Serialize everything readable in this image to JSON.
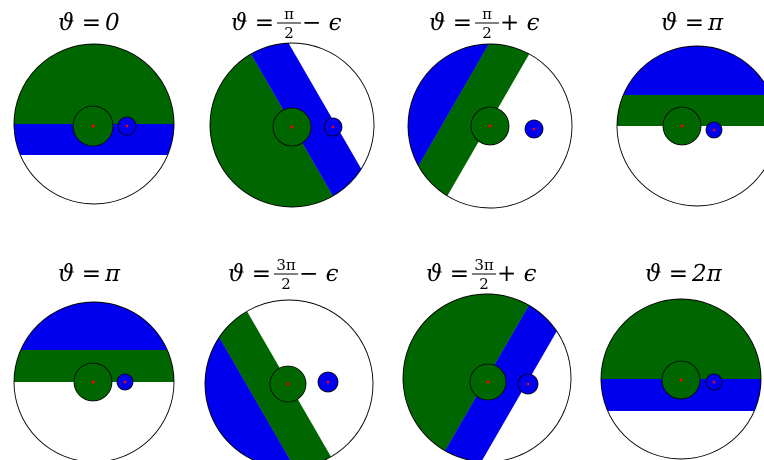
{
  "colors": {
    "green": "#006600",
    "blue": "#0000ee",
    "background": "#ffffff",
    "outline": "#000000",
    "center_dot": "#ff0000"
  },
  "panels": [
    {
      "label": {
        "pre": "ϑ = ",
        "tail": "0"
      }
    },
    {
      "label": {
        "pre": "ϑ = ",
        "num": "π",
        "den": "2",
        "post": " − ϵ"
      }
    },
    {
      "label": {
        "pre": "ϑ = ",
        "num": "π",
        "den": "2",
        "post": " + ϵ"
      }
    },
    {
      "label": {
        "pre": "ϑ = ",
        "tail": "π"
      }
    },
    {
      "label": {
        "pre": "ϑ = ",
        "tail": "π"
      }
    },
    {
      "label": {
        "pre": "ϑ = ",
        "num": "3π",
        "den": "2",
        "post": " − ϵ"
      }
    },
    {
      "label": {
        "pre": "ϑ = ",
        "num": "3π",
        "den": "2",
        "post": " + ϵ"
      }
    },
    {
      "label": {
        "pre": "ϑ = ",
        "tail": "2π"
      }
    }
  ]
}
